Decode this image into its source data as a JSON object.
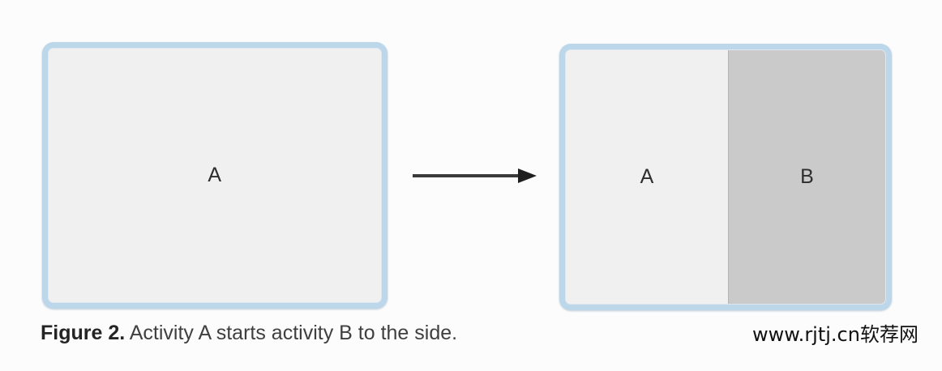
{
  "page": {
    "background_color": "#fcfcfc",
    "watermark": "www.rjtj.cn软荐网"
  },
  "diagram": {
    "type": "before-after-transition",
    "frame_border_color": "#bcd6ea",
    "screen_color": "#f0f0f0",
    "secondary_pane_color": "#cacaca",
    "arrow": {
      "name": "transition-arrow",
      "direction": "right",
      "color": "#3a3a3a"
    },
    "before": {
      "title": "single-pane-device",
      "panes": [
        {
          "label": "A",
          "fill": "#f0f0f0"
        }
      ]
    },
    "after": {
      "title": "split-pane-device",
      "panes": [
        {
          "label": "A",
          "fill": "#f0f0f0"
        },
        {
          "label": "B",
          "fill": "#cacaca"
        }
      ]
    }
  },
  "caption": {
    "prefix": "Figure 2.",
    "text": " Activity A starts activity B to the side."
  }
}
